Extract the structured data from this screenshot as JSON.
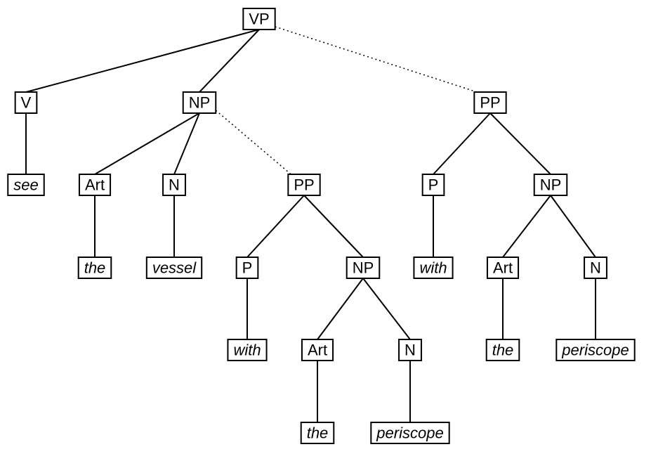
{
  "nodes": [
    {
      "id": "vp",
      "label": "VP",
      "kind": "category"
    },
    {
      "id": "v",
      "label": "V",
      "kind": "category"
    },
    {
      "id": "see",
      "label": "see",
      "kind": "word"
    },
    {
      "id": "np1",
      "label": "NP",
      "kind": "category"
    },
    {
      "id": "art1",
      "label": "Art",
      "kind": "category"
    },
    {
      "id": "the1",
      "label": "the",
      "kind": "word"
    },
    {
      "id": "n1",
      "label": "N",
      "kind": "category"
    },
    {
      "id": "vessel",
      "label": "vessel",
      "kind": "word"
    },
    {
      "id": "pp1",
      "label": "PP",
      "kind": "category"
    },
    {
      "id": "p1",
      "label": "P",
      "kind": "category"
    },
    {
      "id": "with1",
      "label": "with",
      "kind": "word"
    },
    {
      "id": "np2",
      "label": "NP",
      "kind": "category"
    },
    {
      "id": "art2",
      "label": "Art",
      "kind": "category"
    },
    {
      "id": "the2",
      "label": "the",
      "kind": "word"
    },
    {
      "id": "n2",
      "label": "N",
      "kind": "category"
    },
    {
      "id": "periscope1",
      "label": "periscope",
      "kind": "word"
    },
    {
      "id": "pp2",
      "label": "PP",
      "kind": "category"
    },
    {
      "id": "p2",
      "label": "P",
      "kind": "category"
    },
    {
      "id": "with2",
      "label": "with",
      "kind": "word"
    },
    {
      "id": "np3",
      "label": "NP",
      "kind": "category"
    },
    {
      "id": "art3",
      "label": "Art",
      "kind": "category"
    },
    {
      "id": "the3",
      "label": "the",
      "kind": "word"
    },
    {
      "id": "n3",
      "label": "N",
      "kind": "category"
    },
    {
      "id": "periscope2",
      "label": "periscope",
      "kind": "word"
    }
  ],
  "edges": [
    {
      "from": "vp",
      "to": "v",
      "style": "solid"
    },
    {
      "from": "vp",
      "to": "np1",
      "style": "solid"
    },
    {
      "from": "vp",
      "to": "pp2",
      "style": "dotted"
    },
    {
      "from": "v",
      "to": "see",
      "style": "solid"
    },
    {
      "from": "np1",
      "to": "art1",
      "style": "solid"
    },
    {
      "from": "np1",
      "to": "n1",
      "style": "solid"
    },
    {
      "from": "np1",
      "to": "pp1",
      "style": "dotted"
    },
    {
      "from": "art1",
      "to": "the1",
      "style": "solid"
    },
    {
      "from": "n1",
      "to": "vessel",
      "style": "solid"
    },
    {
      "from": "pp1",
      "to": "p1",
      "style": "solid"
    },
    {
      "from": "pp1",
      "to": "np2",
      "style": "solid"
    },
    {
      "from": "p1",
      "to": "with1",
      "style": "solid"
    },
    {
      "from": "np2",
      "to": "art2",
      "style": "solid"
    },
    {
      "from": "np2",
      "to": "n2",
      "style": "solid"
    },
    {
      "from": "art2",
      "to": "the2",
      "style": "solid"
    },
    {
      "from": "n2",
      "to": "periscope1",
      "style": "solid"
    },
    {
      "from": "pp2",
      "to": "p2",
      "style": "solid"
    },
    {
      "from": "pp2",
      "to": "np3",
      "style": "solid"
    },
    {
      "from": "p2",
      "to": "with2",
      "style": "solid"
    },
    {
      "from": "np3",
      "to": "art3",
      "style": "solid"
    },
    {
      "from": "np3",
      "to": "n3",
      "style": "solid"
    },
    {
      "from": "art3",
      "to": "the3",
      "style": "solid"
    },
    {
      "from": "n3",
      "to": "periscope2",
      "style": "solid"
    }
  ]
}
